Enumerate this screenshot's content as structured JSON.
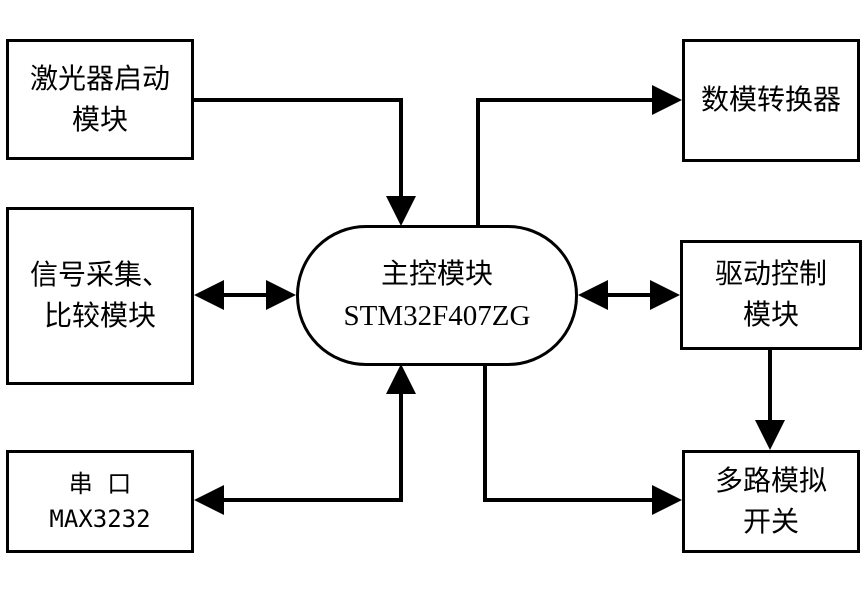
{
  "diagram": {
    "nodes": {
      "laser": {
        "lines": [
          "激光器启动",
          "模块"
        ]
      },
      "signal": {
        "lines": [
          "信号采集、",
          "比较模块"
        ]
      },
      "serial": {
        "lines": [
          "串 口",
          "MAX3232"
        ]
      },
      "main": {
        "lines": [
          "主控模块",
          "STM32F407ZG"
        ]
      },
      "dac": {
        "lines": [
          "数模转换器"
        ]
      },
      "drive": {
        "lines": [
          "驱动控制",
          "模块"
        ]
      },
      "mux": {
        "lines": [
          "多路模拟",
          "开关"
        ]
      }
    },
    "edges": [
      {
        "from": "laser",
        "to": "main",
        "direction": "one-way"
      },
      {
        "from": "signal",
        "to": "main",
        "direction": "two-way"
      },
      {
        "from": "serial",
        "to": "main",
        "direction": "two-way"
      },
      {
        "from": "main",
        "to": "dac",
        "direction": "one-way"
      },
      {
        "from": "main",
        "to": "drive",
        "direction": "two-way"
      },
      {
        "from": "drive",
        "to": "mux",
        "direction": "one-way"
      },
      {
        "from": "main",
        "to": "mux",
        "direction": "one-way"
      }
    ]
  }
}
